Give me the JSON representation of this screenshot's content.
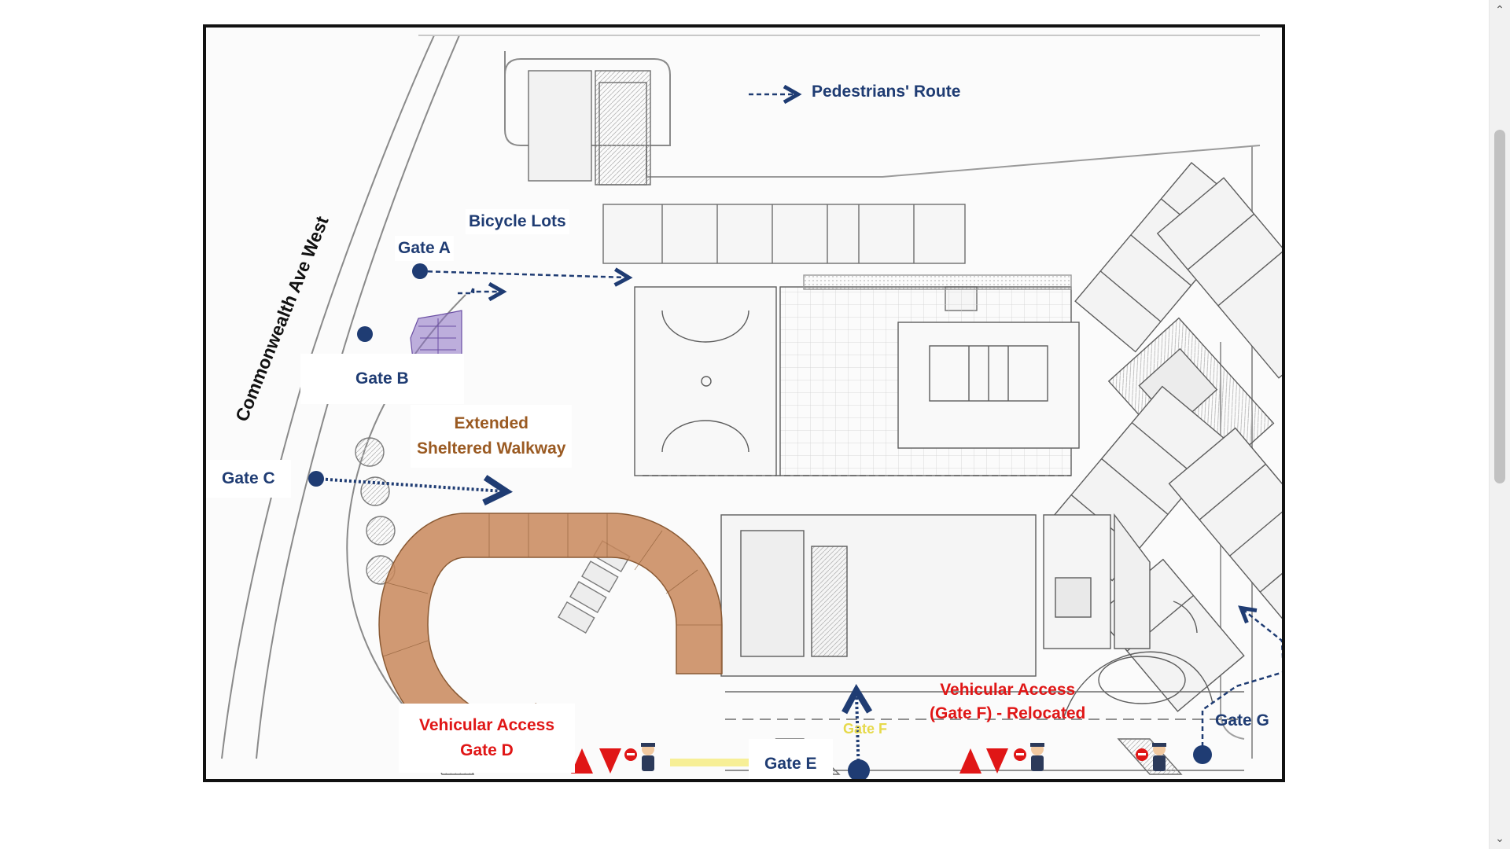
{
  "map": {
    "legend": {
      "label": "Pedestrians' Route"
    },
    "road": "Commonwealth Ave West",
    "zones": {
      "bicycle_lots": "Bicycle Lots",
      "walkway_line1": "Extended",
      "walkway_line2": "Sheltered Walkway"
    },
    "gates": {
      "a": "Gate A",
      "b": "Gate B",
      "c": "Gate C",
      "d_line1": "Vehicular Access",
      "d_line2": "Gate D",
      "e": "Gate E",
      "f_line1": "Vehicular Access",
      "f_line2": "(Gate F) - Relocated",
      "f_plan_text": "Gate F",
      "g": "Gate G"
    },
    "colors": {
      "gate_label": "#1f3c73",
      "vehicular_label": "#e01616",
      "walkway_label": "#9a5a22",
      "sheltered_walkway_fill": "#c8875a",
      "bicycle_lot_fill": "#8b6fc2",
      "gate_marker": "#1f3c73"
    }
  }
}
